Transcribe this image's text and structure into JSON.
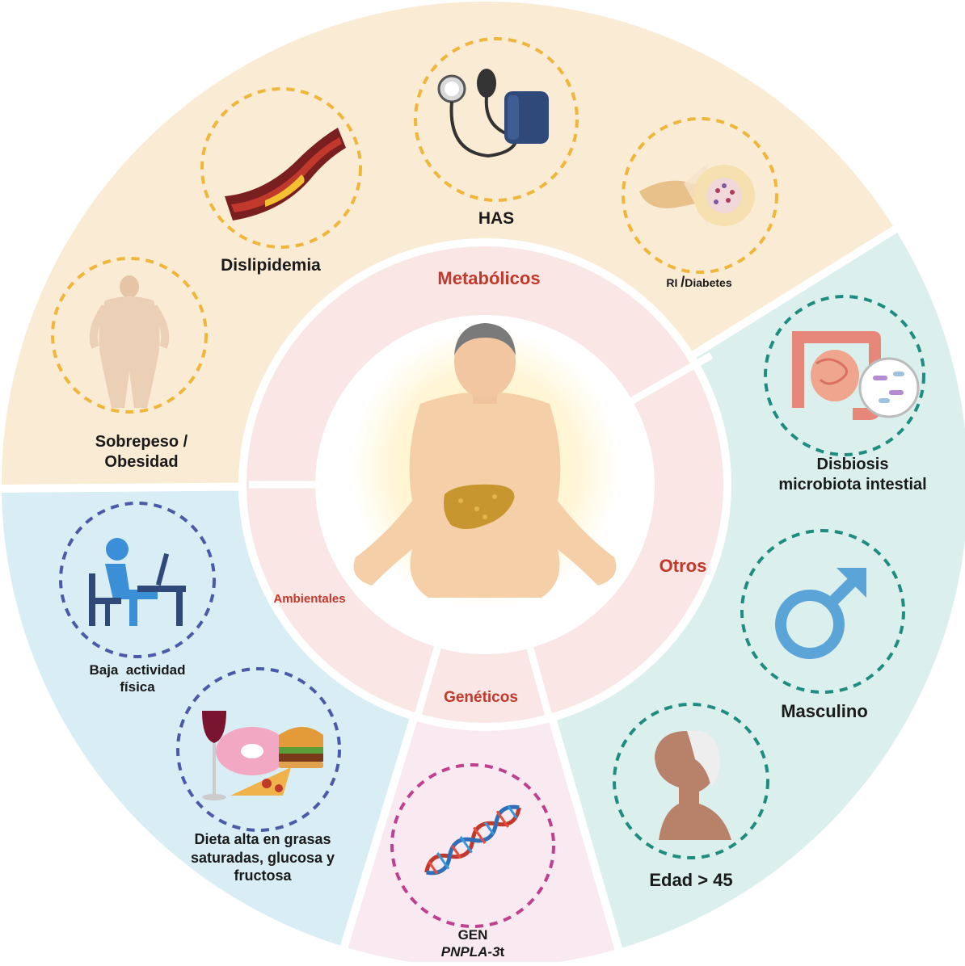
{
  "colors": {
    "metabolic_bg": "#faebd4",
    "other_bg": "#dbefec",
    "environmental_bg": "#d9edf4",
    "genetic_bg": "#f8eaf0",
    "inner_ring": "#fbe6e6",
    "category_text": "#c0392b",
    "orange_dash": "#f0b63a",
    "teal_dash": "#1f8c80",
    "navy_dash": "#4a5aa8",
    "magenta_dash": "#c0408f"
  },
  "center": {
    "icon": "fatty-liver-body-icon"
  },
  "categories": {
    "metabolic": "Metabólicos",
    "others": "Otros",
    "environmental": "Ambientales",
    "genetic": "Genéticos"
  },
  "factors": {
    "overweight": {
      "line1": "Sobrepeso /",
      "line2": "Obesidad",
      "icon": "obese-body-icon"
    },
    "dyslipidemia": {
      "label": "Dislipidemia",
      "icon": "artery-plaque-icon"
    },
    "hypertension": {
      "label": "HAS",
      "icon": "blood-pressure-cuff-icon"
    },
    "diabetes": {
      "label_a": "RI",
      "label_b": "/",
      "label_c": "Diabetes",
      "icon": "pancreas-icon"
    },
    "dysbiosis": {
      "line1": "Disbiosis",
      "line2": "microbiota intestial",
      "icon": "intestine-bacteria-icon"
    },
    "male": {
      "label": "Masculino",
      "icon": "male-symbol-icon"
    },
    "age": {
      "label": "Edad > 45",
      "icon": "elderly-head-icon"
    },
    "gene": {
      "line1": "GEN",
      "line2_italic": "PNPLA-3",
      "line2_suffix": "t",
      "icon": "dna-helix-icon"
    },
    "diet": {
      "line1": "Dieta alta en grasas",
      "line2": "saturadas, glucosa y",
      "line3": "fructosa",
      "icon": "junk-food-icon"
    },
    "activity": {
      "line1": "Baja  actividad",
      "line2": "física",
      "icon": "sedentary-person-icon"
    }
  }
}
